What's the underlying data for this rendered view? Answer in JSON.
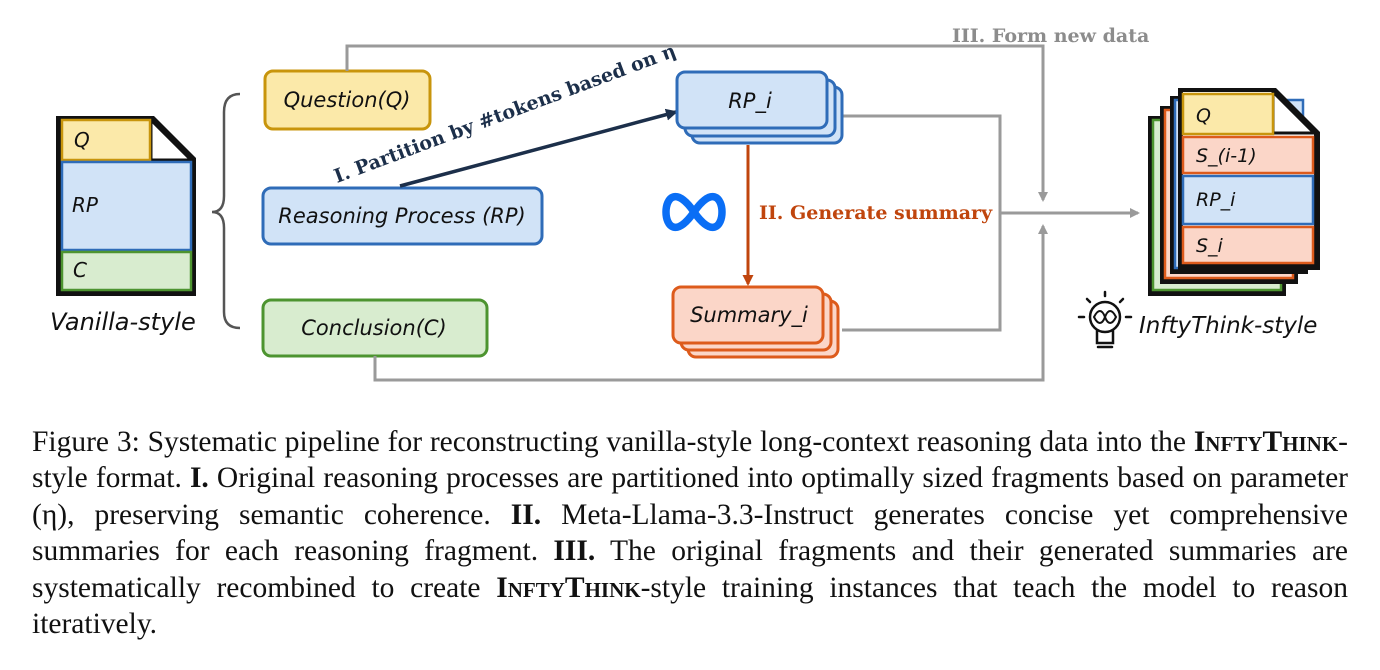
{
  "diagram": {
    "vanilla": {
      "q": "Q",
      "rp": "RP",
      "c": "C",
      "label": "Vanilla-style"
    },
    "inputs": {
      "question": "Question(Q)",
      "reasoning": "Reasoning Process (RP)",
      "conclusion": "Conclusion(C)"
    },
    "steps": {
      "partition": "I. Partition by #tokens based on η",
      "summary": "II. Generate summary",
      "form": "III. Form new data"
    },
    "rp_i": "RP_i",
    "summary_i": "Summary_i",
    "infty": {
      "q": "Q",
      "s_prev": "S_(i-1)",
      "rp_i": "RP_i",
      "s_i": "S_i",
      "label": "InftyThink-style"
    },
    "colors": {
      "yellow_fill": "#fbe9a9",
      "yellow_stroke": "#c8950c",
      "blue_fill": "#d1e3f7",
      "blue_stroke": "#2f6cb8",
      "green_fill": "#d8eccf",
      "green_stroke": "#4d9430",
      "orange_fill": "#fbd6c8",
      "orange_stroke": "#dd5b1c",
      "arrow_gray": "#9a9a9a",
      "summary_arrow": "#c0450d",
      "meta_blue": "#0a6ef5"
    }
  },
  "caption": {
    "fig_label": "Figure 3:",
    "intro": " Systematic pipeline for reconstructing vanilla-style long-context reasoning data into the ",
    "brand": "InftyThink",
    "after_brand": "-style format. ",
    "s1": "I.",
    "t1": " Original reasoning processes are partitioned into optimally sized fragments based on parameter (η), preserving semantic coherence. ",
    "s2": "II.",
    "t2": " Meta-Llama-3.3-Instruct generates concise yet comprehensive summaries for each reasoning fragment. ",
    "s3": "III.",
    "t3": " The original fragments and their generated summaries are systematically recombined to create ",
    "brand2": "InftyThink",
    "t4": "-style training instances that teach the model to reason iteratively."
  }
}
